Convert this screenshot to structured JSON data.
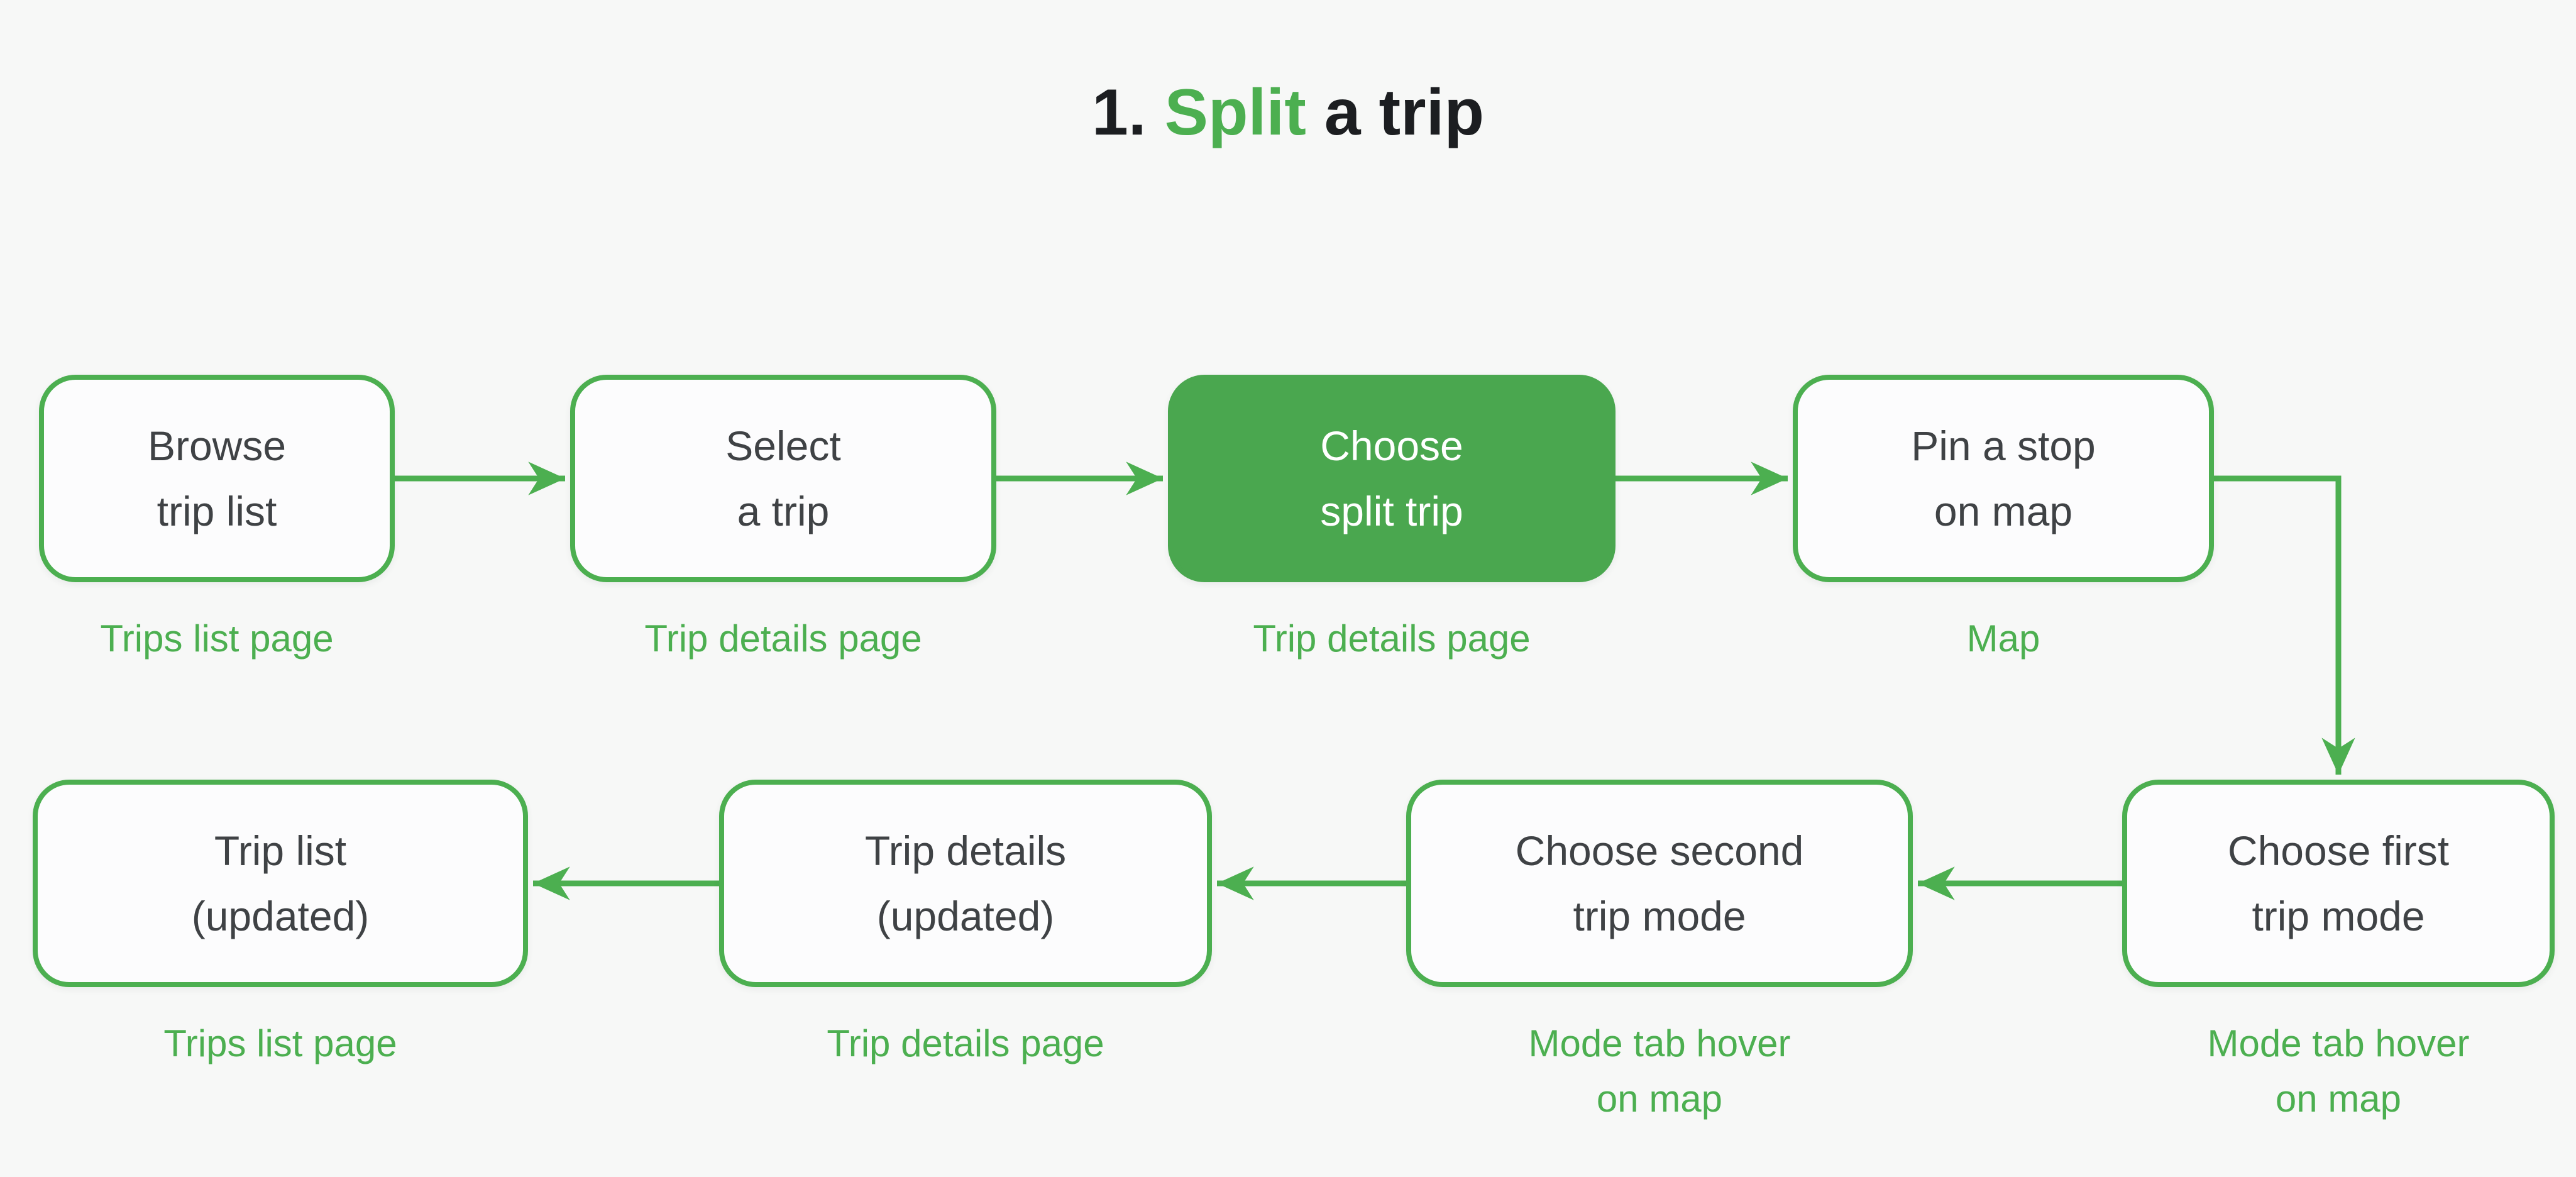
{
  "title": {
    "prefix": "1. ",
    "highlight": "Split",
    "suffix": " a trip"
  },
  "colors": {
    "green": "#4CAF50",
    "green_fill": "#4AA74F",
    "label_text": "#3F4245",
    "title_text": "#1C1E21",
    "caption_text": "#4CAF50",
    "background": "#F7F8F7",
    "box_background": "#FCFCFD"
  },
  "nodes": [
    {
      "id": "browse-trip-list",
      "label_lines": [
        "Browse",
        "trip list"
      ],
      "caption_lines": [
        "Trips list page"
      ],
      "style": "outline"
    },
    {
      "id": "select-a-trip",
      "label_lines": [
        "Select",
        "a trip"
      ],
      "caption_lines": [
        "Trip details page"
      ],
      "style": "outline"
    },
    {
      "id": "choose-split-trip",
      "label_lines": [
        "Choose",
        "split trip"
      ],
      "caption_lines": [
        "Trip details page"
      ],
      "style": "filled"
    },
    {
      "id": "pin-a-stop-on-map",
      "label_lines": [
        "Pin a stop",
        "on map"
      ],
      "caption_lines": [
        "Map"
      ],
      "style": "outline"
    },
    {
      "id": "choose-first-trip-mode",
      "label_lines": [
        "Choose first",
        "trip mode"
      ],
      "caption_lines": [
        "Mode tab hover",
        "on map"
      ],
      "style": "outline"
    },
    {
      "id": "choose-second-trip-mode",
      "label_lines": [
        "Choose second",
        "trip mode"
      ],
      "caption_lines": [
        "Mode tab hover",
        "on map"
      ],
      "style": "outline"
    },
    {
      "id": "trip-details-updated",
      "label_lines": [
        "Trip details",
        "(updated)"
      ],
      "caption_lines": [
        "Trip details page"
      ],
      "style": "outline"
    },
    {
      "id": "trip-list-updated",
      "label_lines": [
        "Trip list",
        "(updated)"
      ],
      "caption_lines": [
        "Trips list page"
      ],
      "style": "outline"
    }
  ],
  "edges": [
    {
      "from": "browse-trip-list",
      "to": "select-a-trip"
    },
    {
      "from": "select-a-trip",
      "to": "choose-split-trip"
    },
    {
      "from": "choose-split-trip",
      "to": "pin-a-stop-on-map"
    },
    {
      "from": "pin-a-stop-on-map",
      "to": "choose-first-trip-mode"
    },
    {
      "from": "choose-first-trip-mode",
      "to": "choose-second-trip-mode"
    },
    {
      "from": "choose-second-trip-mode",
      "to": "trip-details-updated"
    },
    {
      "from": "trip-details-updated",
      "to": "trip-list-updated"
    }
  ]
}
